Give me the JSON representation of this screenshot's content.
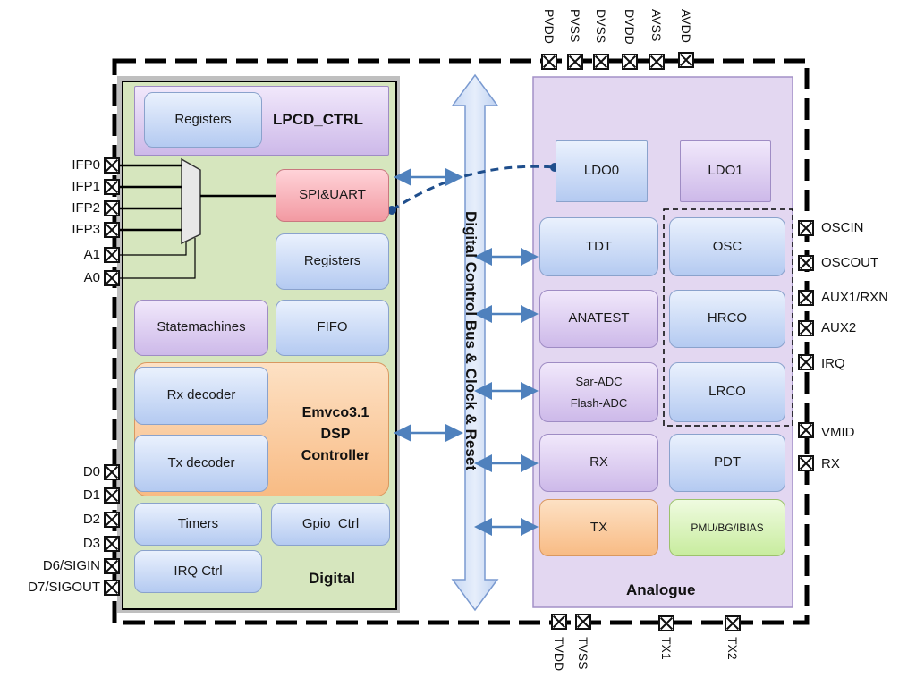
{
  "digital": {
    "title": "Digital",
    "lpcd": {
      "registers": "Registers",
      "title": "LPCD_CTRL"
    },
    "blocks": {
      "spi_uart": "SPI&UART",
      "registers": "Registers",
      "statemachines": "Statemachines",
      "fifo": "FIFO",
      "rx_decoder": "Rx decoder",
      "tx_decoder": "Tx decoder",
      "timers": "Timers",
      "gpio_ctrl": "Gpio_Ctrl",
      "irq_ctrl": "IRQ Ctrl"
    },
    "dsp": {
      "line1": "Emvco3.1",
      "line2": "DSP",
      "line3": "Controller"
    }
  },
  "bus": {
    "label": "Digital Control Bus & Clock & Reset"
  },
  "analogue": {
    "title": "Analogue",
    "blocks": {
      "ldo0": "LDO0",
      "ldo1": "LDO1",
      "tdt": "TDT",
      "osc": "OSC",
      "anatest": "ANATEST",
      "hrco": "HRCO",
      "sar_adc": "Sar-ADC",
      "flash_adc": "Flash-ADC",
      "lrco": "LRCO",
      "rx": "RX",
      "pdt": "PDT",
      "tx": "TX",
      "pmu": "PMU/BG/IBIAS"
    }
  },
  "pins": {
    "top": [
      "PVDD",
      "PVSS",
      "DVSS",
      "DVDD",
      "AVSS",
      "AVDD"
    ],
    "bottom": [
      "TVDD",
      "TVSS",
      "TX1",
      "TX2"
    ],
    "left_upper": [
      "IFP0",
      "IFP1",
      "IFP2",
      "IFP3",
      "A1",
      "A0"
    ],
    "left_lower": [
      "D0",
      "D1",
      "D2",
      "D3",
      "D6/SIGIN",
      "D7/SIGOUT"
    ],
    "right": [
      "OSCIN",
      "OSCOUT",
      "AUX1/RXN",
      "AUX2",
      "IRQ",
      "VMID",
      "RX"
    ]
  }
}
